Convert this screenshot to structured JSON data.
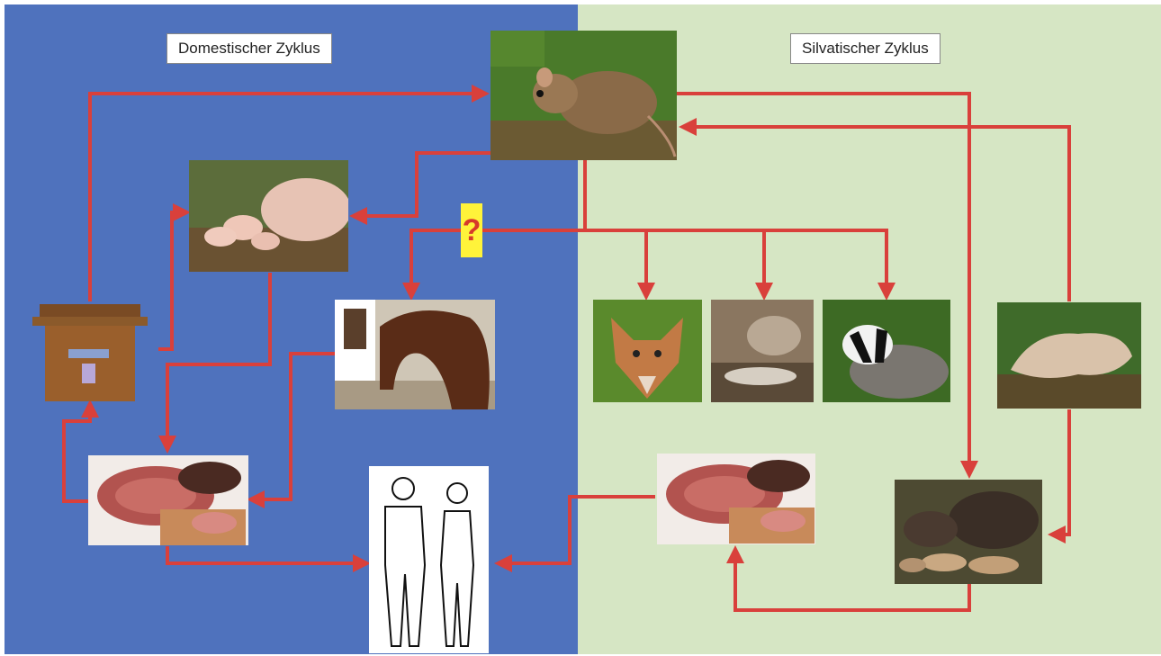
{
  "labels": {
    "domestic": "Domestischer Zyklus",
    "sylvatic": "Silvatischer Zyklus"
  },
  "question_mark": "?",
  "colors": {
    "domestic_bg": "#4f72bd",
    "sylvatic_bg": "#d6e6c4",
    "arrow": "#d9403b",
    "question_bg": "#fff33a"
  },
  "nodes": [
    "mouse-photo",
    "pigs-photo",
    "horse-photo",
    "bin-photo",
    "ham-domestic-photo",
    "humans-drawing",
    "fox-photo",
    "marten-photo",
    "badger-photo",
    "dead-boar-photo",
    "ham-sylvatic-photo",
    "wild-boars-photo"
  ]
}
